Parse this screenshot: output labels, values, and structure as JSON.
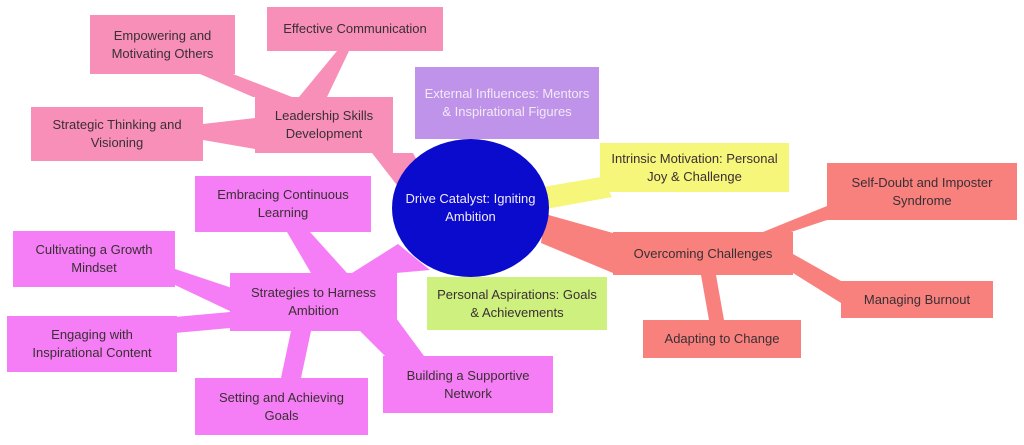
{
  "colors": {
    "blue": "#0b0bcd",
    "pink": "#f78fb8",
    "magenta": "#f57df5",
    "salmon": "#f8817e",
    "yellow": "#f6f67b",
    "green": "#cdf07e",
    "purple": "#bf93e9",
    "dark_text": "#3a2f33",
    "light_text": "#f1eaf7"
  },
  "center": {
    "label": "Drive Catalyst: Igniting Ambition"
  },
  "nodes": {
    "external": {
      "label": "External Influences: Mentors & Inspirational Figures"
    },
    "intrinsic": {
      "label": "Intrinsic Motivation: Personal Joy & Challenge"
    },
    "personal": {
      "label": "Personal Aspirations: Goals & Achievements"
    },
    "leadership": {
      "label": "Leadership Skills Development"
    },
    "empowering": {
      "label": "Empowering and Motivating Others"
    },
    "effective": {
      "label": "Effective Communication"
    },
    "strategic": {
      "label": "Strategic Thinking and Visioning"
    },
    "strategies": {
      "label": "Strategies to Harness Ambition"
    },
    "embracing": {
      "label": "Embracing Continuous Learning"
    },
    "cultivating": {
      "label": "Cultivating a Growth Mindset"
    },
    "engaging": {
      "label": "Engaging with Inspirational Content"
    },
    "setting": {
      "label": "Setting and Achieving Goals"
    },
    "building": {
      "label": "Building a Supportive Network"
    },
    "overcoming": {
      "label": "Overcoming Challenges"
    },
    "selfdoubt": {
      "label": "Self-Doubt and Imposter Syndrome"
    },
    "burnout": {
      "label": "Managing Burnout"
    },
    "adapting": {
      "label": "Adapting to Change"
    }
  }
}
